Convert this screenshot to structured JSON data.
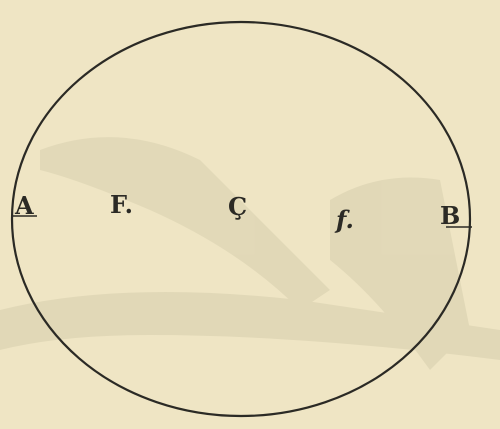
{
  "figure": {
    "colors": {
      "paper": "#efe5c4",
      "ink": "#2b2a25",
      "shadow": "#d3cbab"
    },
    "labels": {
      "A": "A",
      "F": "F.",
      "C": "Ç",
      "f": "f.",
      "B": "B"
    }
  }
}
